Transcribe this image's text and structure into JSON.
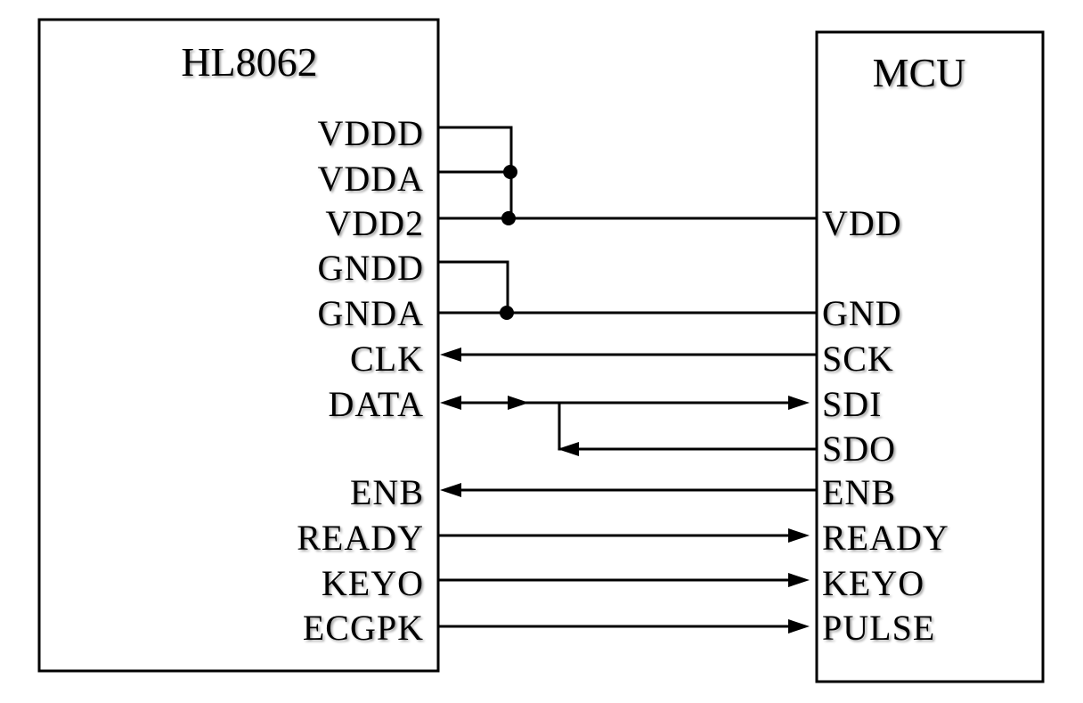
{
  "left_block": {
    "title": "HL8062",
    "pins": [
      "VDDD",
      "VDDA",
      "VDD2",
      "GNDD",
      "GNDA",
      "CLK",
      "DATA",
      "ENB",
      "READY",
      "KEYO",
      "ECGPK"
    ]
  },
  "right_block": {
    "title": "MCU",
    "pins": [
      "VDD",
      "GND",
      "SCK",
      "SDI",
      "SDO",
      "ENB",
      "READY",
      "KEYO",
      "PULSE"
    ]
  }
}
